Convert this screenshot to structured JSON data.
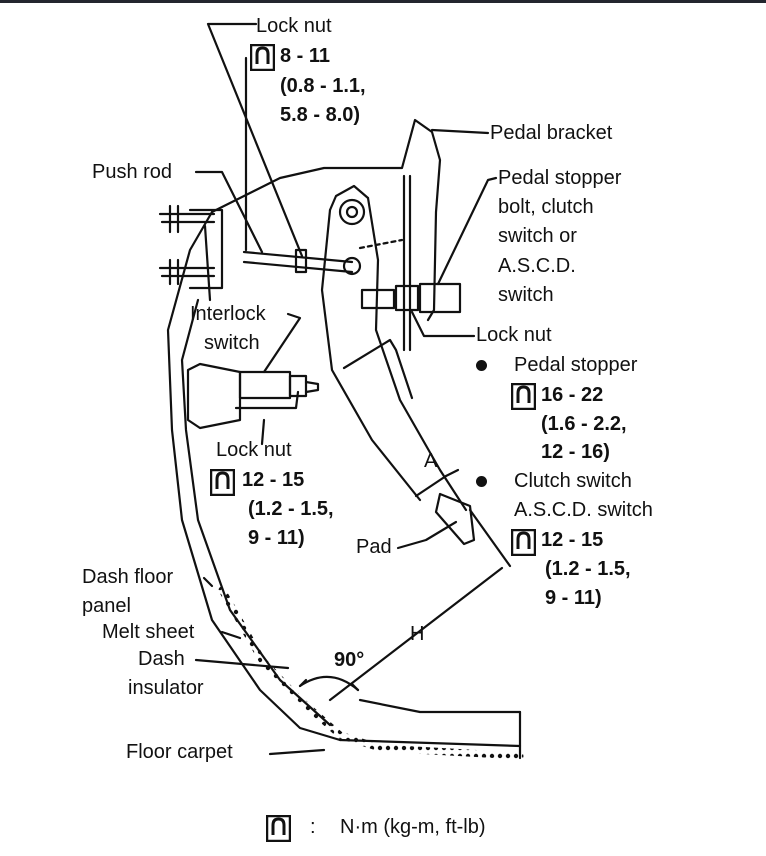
{
  "labels": {
    "lock_nut_top": "Lock nut",
    "pedal_bracket": "Pedal bracket",
    "push_rod": "Push rod",
    "pedal_stopper_bolt": [
      "Pedal stopper",
      "bolt, clutch",
      "switch or",
      "A.S.C.D.",
      "switch"
    ],
    "lock_nut_right": "Lock nut",
    "interlock_switch": [
      "Interlock",
      "switch"
    ],
    "pedal_stopper": "Pedal stopper",
    "lock_nut_mid": "Lock nut",
    "clutch_switch": [
      "Clutch switch",
      "A.S.C.D. switch"
    ],
    "dim_a": "A",
    "pad": "Pad",
    "dash_floor_panel": [
      "Dash floor",
      "panel"
    ],
    "melt_sheet": "Melt sheet",
    "dash_insulator": [
      "Dash",
      "insulator"
    ],
    "dim_h": "H",
    "angle": "90°",
    "floor_carpet": "Floor carpet"
  },
  "torques": {
    "top": {
      "range": "8 - 11",
      "line2": "(0.8 - 1.1,",
      "line3": "5.8 - 8.0)"
    },
    "pedal_stopper": {
      "range": "16 - 22",
      "line2": "(1.6 - 2.2,",
      "line3": "12 - 16)"
    },
    "lock_nut_mid": {
      "range": "12 - 15",
      "line2": "(1.2 - 1.5,",
      "line3": "9 - 11)"
    },
    "clutch_switch": {
      "range": "12 - 15",
      "line2": "(1.2 - 1.5,",
      "line3": "9 - 11)"
    }
  },
  "legend": {
    "separator": ":",
    "units": "N·m (kg-m, ft-lb)"
  },
  "icons": {
    "torque": "torque-wrench-icon",
    "bullet": "bullet-dot"
  },
  "colors": {
    "ink": "#111111",
    "background": "#ffffff",
    "top_rule": "#23262e"
  }
}
